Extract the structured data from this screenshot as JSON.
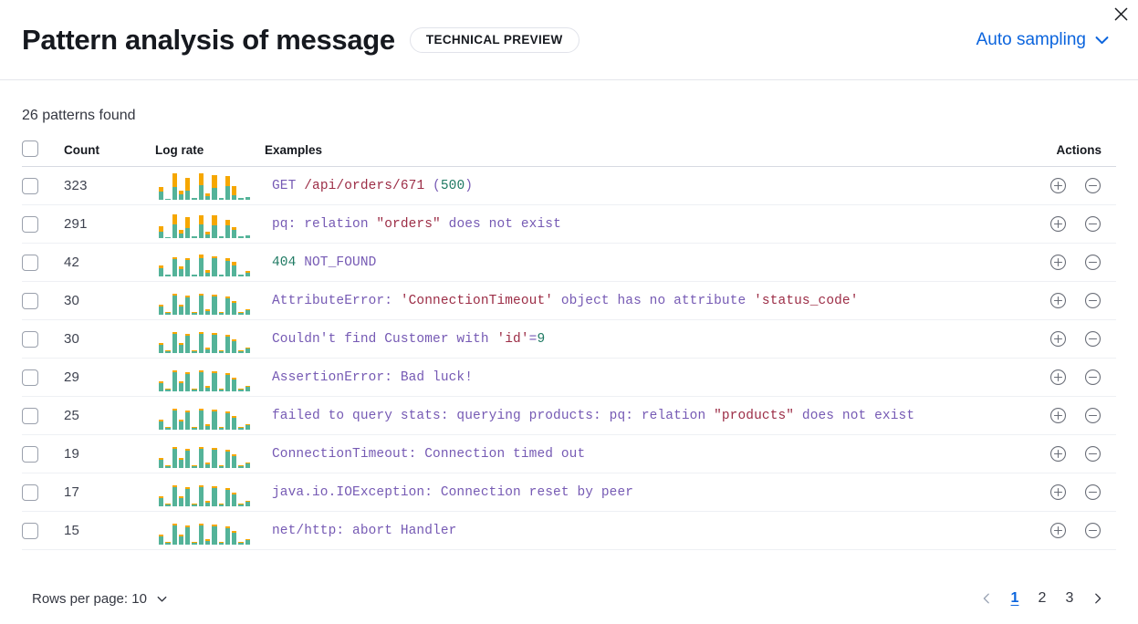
{
  "header": {
    "title": "Pattern analysis of message",
    "badge": "TECHNICAL PREVIEW",
    "sampling_label": "Auto sampling",
    "sampling_icon": "chevron-down-icon",
    "close_icon": "close-icon",
    "accent_color": "#0b64dd"
  },
  "summary": {
    "patterns_found": "26 patterns found"
  },
  "table": {
    "columns": {
      "select_all": "",
      "count": "Count",
      "log_rate": "Log rate",
      "examples": "Examples",
      "actions": "Actions"
    },
    "action_icons": {
      "filter_in": "circle-plus-icon",
      "filter_out": "circle-minus-icon"
    },
    "spark_colors": {
      "base": "#54b399",
      "highlight": "#f6a700"
    },
    "rows": [
      {
        "count": "323",
        "example_plain": "GET /api/orders/671 (500)",
        "tokens": [
          {
            "t": "GET ",
            "c": "plain"
          },
          {
            "t": "/api/orders/671",
            "c": "str"
          },
          {
            "t": " (",
            "c": "plain"
          },
          {
            "t": "500",
            "c": "num"
          },
          {
            "t": ")",
            "c": "plain"
          }
        ],
        "spark": [
          {
            "teal": 9,
            "orange": 5
          },
          {
            "teal": 1,
            "orange": 0
          },
          {
            "teal": 14,
            "orange": 15
          },
          {
            "teal": 6,
            "orange": 4
          },
          {
            "teal": 10,
            "orange": 14
          },
          {
            "teal": 2,
            "orange": 0
          },
          {
            "teal": 16,
            "orange": 13
          },
          {
            "teal": 4,
            "orange": 3
          },
          {
            "teal": 13,
            "orange": 14
          },
          {
            "teal": 2,
            "orange": 0
          },
          {
            "teal": 15,
            "orange": 11
          },
          {
            "teal": 5,
            "orange": 10
          },
          {
            "teal": 2,
            "orange": 0
          },
          {
            "teal": 3,
            "orange": 0
          }
        ]
      },
      {
        "count": "291",
        "example_plain": "pq: relation \"orders\" does not exist",
        "tokens": [
          {
            "t": "pq: relation ",
            "c": "plain"
          },
          {
            "t": "\"orders\"",
            "c": "str"
          },
          {
            "t": " does not exist",
            "c": "plain"
          }
        ],
        "spark": [
          {
            "teal": 7,
            "orange": 6
          },
          {
            "teal": 1,
            "orange": 0
          },
          {
            "teal": 15,
            "orange": 11
          },
          {
            "teal": 5,
            "orange": 4
          },
          {
            "teal": 11,
            "orange": 12
          },
          {
            "teal": 2,
            "orange": 0
          },
          {
            "teal": 15,
            "orange": 10
          },
          {
            "teal": 4,
            "orange": 3
          },
          {
            "teal": 14,
            "orange": 11
          },
          {
            "teal": 2,
            "orange": 0
          },
          {
            "teal": 14,
            "orange": 6
          },
          {
            "teal": 9,
            "orange": 3
          },
          {
            "teal": 2,
            "orange": 0
          },
          {
            "teal": 3,
            "orange": 0
          }
        ]
      },
      {
        "count": "42",
        "example_plain": "404 NOT_FOUND",
        "tokens": [
          {
            "t": "404",
            "c": "num"
          },
          {
            "t": " NOT_FOUND",
            "c": "plain"
          }
        ],
        "spark": [
          {
            "teal": 9,
            "orange": 3
          },
          {
            "teal": 2,
            "orange": 0
          },
          {
            "teal": 19,
            "orange": 2
          },
          {
            "teal": 8,
            "orange": 3
          },
          {
            "teal": 18,
            "orange": 2
          },
          {
            "teal": 2,
            "orange": 0
          },
          {
            "teal": 20,
            "orange": 4
          },
          {
            "teal": 4,
            "orange": 3
          },
          {
            "teal": 20,
            "orange": 2
          },
          {
            "teal": 2,
            "orange": 0
          },
          {
            "teal": 17,
            "orange": 3
          },
          {
            "teal": 12,
            "orange": 4
          },
          {
            "teal": 2,
            "orange": 0
          },
          {
            "teal": 4,
            "orange": 2
          }
        ]
      },
      {
        "count": "30",
        "example_plain": "AttributeError: 'ConnectionTimeout' object has no attribute 'status_code'",
        "tokens": [
          {
            "t": "AttributeError: ",
            "c": "plain"
          },
          {
            "t": "'ConnectionTimeout'",
            "c": "str"
          },
          {
            "t": " object has no attribute ",
            "c": "plain"
          },
          {
            "t": "'status_code'",
            "c": "str"
          }
        ],
        "spark": [
          {
            "teal": 9,
            "orange": 2
          },
          {
            "teal": 2,
            "orange": 1
          },
          {
            "teal": 21,
            "orange": 2
          },
          {
            "teal": 9,
            "orange": 2
          },
          {
            "teal": 19,
            "orange": 2
          },
          {
            "teal": 2,
            "orange": 1
          },
          {
            "teal": 21,
            "orange": 2
          },
          {
            "teal": 4,
            "orange": 2
          },
          {
            "teal": 20,
            "orange": 2
          },
          {
            "teal": 2,
            "orange": 1
          },
          {
            "teal": 18,
            "orange": 2
          },
          {
            "teal": 13,
            "orange": 2
          },
          {
            "teal": 2,
            "orange": 1
          },
          {
            "teal": 5,
            "orange": 1
          }
        ]
      },
      {
        "count": "30",
        "example_plain": "Couldn't find Customer with 'id'=9",
        "tokens": [
          {
            "t": "Couldn't find Customer with ",
            "c": "plain"
          },
          {
            "t": "'id'",
            "c": "str"
          },
          {
            "t": "=",
            "c": "plain"
          },
          {
            "t": "9",
            "c": "num"
          }
        ],
        "spark": [
          {
            "teal": 9,
            "orange": 2
          },
          {
            "teal": 2,
            "orange": 1
          },
          {
            "teal": 21,
            "orange": 2
          },
          {
            "teal": 9,
            "orange": 2
          },
          {
            "teal": 19,
            "orange": 2
          },
          {
            "teal": 2,
            "orange": 1
          },
          {
            "teal": 21,
            "orange": 2
          },
          {
            "teal": 4,
            "orange": 2
          },
          {
            "teal": 20,
            "orange": 2
          },
          {
            "teal": 2,
            "orange": 1
          },
          {
            "teal": 18,
            "orange": 2
          },
          {
            "teal": 13,
            "orange": 2
          },
          {
            "teal": 2,
            "orange": 1
          },
          {
            "teal": 5,
            "orange": 1
          }
        ]
      },
      {
        "count": "29",
        "example_plain": "AssertionError: Bad luck!",
        "tokens": [
          {
            "t": "AssertionError: Bad luck!",
            "c": "plain"
          }
        ],
        "spark": [
          {
            "teal": 9,
            "orange": 2
          },
          {
            "teal": 2,
            "orange": 1
          },
          {
            "teal": 21,
            "orange": 2
          },
          {
            "teal": 9,
            "orange": 2
          },
          {
            "teal": 19,
            "orange": 2
          },
          {
            "teal": 2,
            "orange": 1
          },
          {
            "teal": 21,
            "orange": 2
          },
          {
            "teal": 4,
            "orange": 2
          },
          {
            "teal": 20,
            "orange": 2
          },
          {
            "teal": 2,
            "orange": 1
          },
          {
            "teal": 18,
            "orange": 2
          },
          {
            "teal": 13,
            "orange": 2
          },
          {
            "teal": 2,
            "orange": 1
          },
          {
            "teal": 5,
            "orange": 1
          }
        ]
      },
      {
        "count": "25",
        "example_plain": "failed to query stats: querying products: pq: relation \"products\" does not exist",
        "tokens": [
          {
            "t": "failed to query stats: querying products: pq: relation ",
            "c": "plain"
          },
          {
            "t": "\"products\"",
            "c": "str"
          },
          {
            "t": " does not exist",
            "c": "plain"
          }
        ],
        "spark": [
          {
            "teal": 9,
            "orange": 2
          },
          {
            "teal": 2,
            "orange": 1
          },
          {
            "teal": 21,
            "orange": 2
          },
          {
            "teal": 9,
            "orange": 2
          },
          {
            "teal": 19,
            "orange": 2
          },
          {
            "teal": 2,
            "orange": 1
          },
          {
            "teal": 21,
            "orange": 2
          },
          {
            "teal": 4,
            "orange": 2
          },
          {
            "teal": 20,
            "orange": 2
          },
          {
            "teal": 2,
            "orange": 1
          },
          {
            "teal": 18,
            "orange": 2
          },
          {
            "teal": 13,
            "orange": 2
          },
          {
            "teal": 2,
            "orange": 1
          },
          {
            "teal": 5,
            "orange": 1
          }
        ]
      },
      {
        "count": "19",
        "example_plain": "ConnectionTimeout: Connection timed out",
        "tokens": [
          {
            "t": "ConnectionTimeout: Connection timed out",
            "c": "plain"
          }
        ],
        "spark": [
          {
            "teal": 9,
            "orange": 2
          },
          {
            "teal": 2,
            "orange": 1
          },
          {
            "teal": 21,
            "orange": 2
          },
          {
            "teal": 9,
            "orange": 2
          },
          {
            "teal": 19,
            "orange": 2
          },
          {
            "teal": 2,
            "orange": 1
          },
          {
            "teal": 21,
            "orange": 2
          },
          {
            "teal": 4,
            "orange": 2
          },
          {
            "teal": 20,
            "orange": 2
          },
          {
            "teal": 2,
            "orange": 1
          },
          {
            "teal": 18,
            "orange": 2
          },
          {
            "teal": 13,
            "orange": 2
          },
          {
            "teal": 2,
            "orange": 1
          },
          {
            "teal": 5,
            "orange": 1
          }
        ]
      },
      {
        "count": "17",
        "example_plain": "java.io.IOException: Connection reset by peer",
        "tokens": [
          {
            "t": "java.io.IOException: Connection reset by peer",
            "c": "plain"
          }
        ],
        "spark": [
          {
            "teal": 9,
            "orange": 2
          },
          {
            "teal": 2,
            "orange": 1
          },
          {
            "teal": 21,
            "orange": 2
          },
          {
            "teal": 9,
            "orange": 2
          },
          {
            "teal": 19,
            "orange": 2
          },
          {
            "teal": 2,
            "orange": 1
          },
          {
            "teal": 21,
            "orange": 2
          },
          {
            "teal": 4,
            "orange": 2
          },
          {
            "teal": 20,
            "orange": 2
          },
          {
            "teal": 2,
            "orange": 1
          },
          {
            "teal": 18,
            "orange": 2
          },
          {
            "teal": 13,
            "orange": 2
          },
          {
            "teal": 2,
            "orange": 1
          },
          {
            "teal": 5,
            "orange": 1
          }
        ]
      },
      {
        "count": "15",
        "example_plain": "net/http: abort Handler",
        "tokens": [
          {
            "t": "net/http: abort Handler",
            "c": "plain"
          }
        ],
        "spark": [
          {
            "teal": 9,
            "orange": 2
          },
          {
            "teal": 2,
            "orange": 1
          },
          {
            "teal": 21,
            "orange": 2
          },
          {
            "teal": 9,
            "orange": 2
          },
          {
            "teal": 19,
            "orange": 2
          },
          {
            "teal": 2,
            "orange": 1
          },
          {
            "teal": 21,
            "orange": 2
          },
          {
            "teal": 4,
            "orange": 2
          },
          {
            "teal": 20,
            "orange": 2
          },
          {
            "teal": 2,
            "orange": 1
          },
          {
            "teal": 18,
            "orange": 2
          },
          {
            "teal": 13,
            "orange": 2
          },
          {
            "teal": 2,
            "orange": 1
          },
          {
            "teal": 5,
            "orange": 1
          }
        ]
      }
    ]
  },
  "footer": {
    "rows_per_page_label": "Rows per page: 10",
    "rows_per_page_icon": "chevron-down-icon",
    "prev_icon": "chevron-left-icon",
    "next_icon": "chevron-right-icon",
    "pages": [
      "1",
      "2",
      "3"
    ],
    "active_page": "1"
  }
}
